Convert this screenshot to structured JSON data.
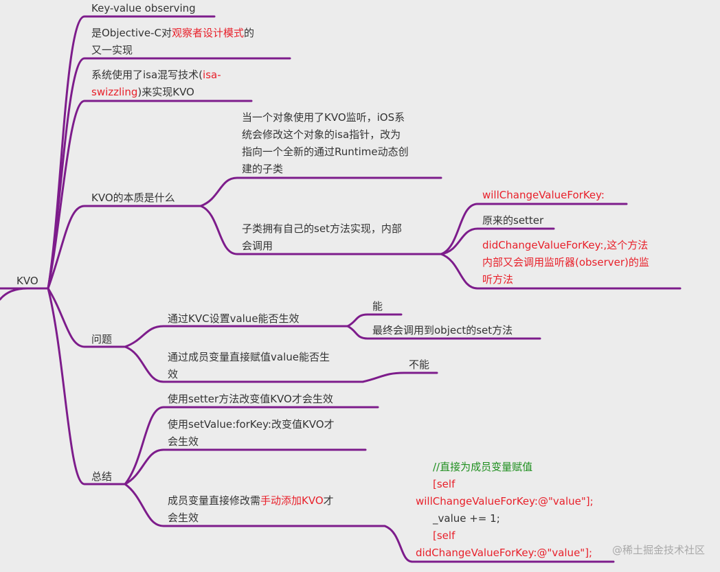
{
  "root": {
    "label": "KVO"
  },
  "colors": {
    "branch": "#7d1c8b",
    "highlight": "#e8202a",
    "comment": "#1f8f1f",
    "text": "#333333"
  },
  "nodes": {
    "def_title": "Key-value observing",
    "def_desc": {
      "pre": "是Objective-C对",
      "hl": "观察者设计模式",
      "post": "的",
      "line2": "又一实现"
    },
    "isa_tech": {
      "pre": "系统使用了isa混写技术(",
      "hl1": "isa-",
      "hl2": "swizzling",
      "post": ")来实现KVO"
    },
    "essence": {
      "label": "KVO的本质是什么",
      "desc_lines": [
        "当一个对象使用了KVO监听，iOS系",
        "统会修改这个对象的isa指针，改为",
        "指向一个全新的通过Runtime动态创",
        "建的子类"
      ],
      "subclass_lines": [
        "子类拥有自己的set方法实现，内部",
        "会调用"
      ],
      "calls": {
        "will": "willChangeValueForKey:",
        "setter": "原来的setter",
        "did_lines": [
          "didChangeValueForKey:,这个方法",
          "内部又会调用监听器(observer)的监",
          "听方法"
        ]
      }
    },
    "questions": {
      "label": "问题",
      "kvc": {
        "label": "通过KVC设置value能否生效",
        "yes": "能",
        "detail": "最终会调用到object的set方法"
      },
      "member": {
        "lines": [
          "通过成员变量直接赋值value能否生",
          "效"
        ],
        "no": "不能"
      }
    },
    "summary": {
      "label": "总结",
      "setter": "使用setter方法改变值KVO才会生效",
      "setvalue_lines": [
        "使用setValue:forKey:改变值KVO才",
        "会生效"
      ],
      "manual": {
        "pre": "成员变量直接修改需",
        "hl": "手动添加KVO",
        "post": "才",
        "line2": "会生效"
      }
    }
  },
  "code": {
    "comment": "//直接为成员变量赋值",
    "self1": "[self",
    "will_call": "willChangeValueForKey:@\"value\"];",
    "assign": "_value += 1;",
    "self2": "[self",
    "did_call": "didChangeValueForKey:@\"value\"];"
  },
  "watermark": "@稀土掘金技术社区"
}
